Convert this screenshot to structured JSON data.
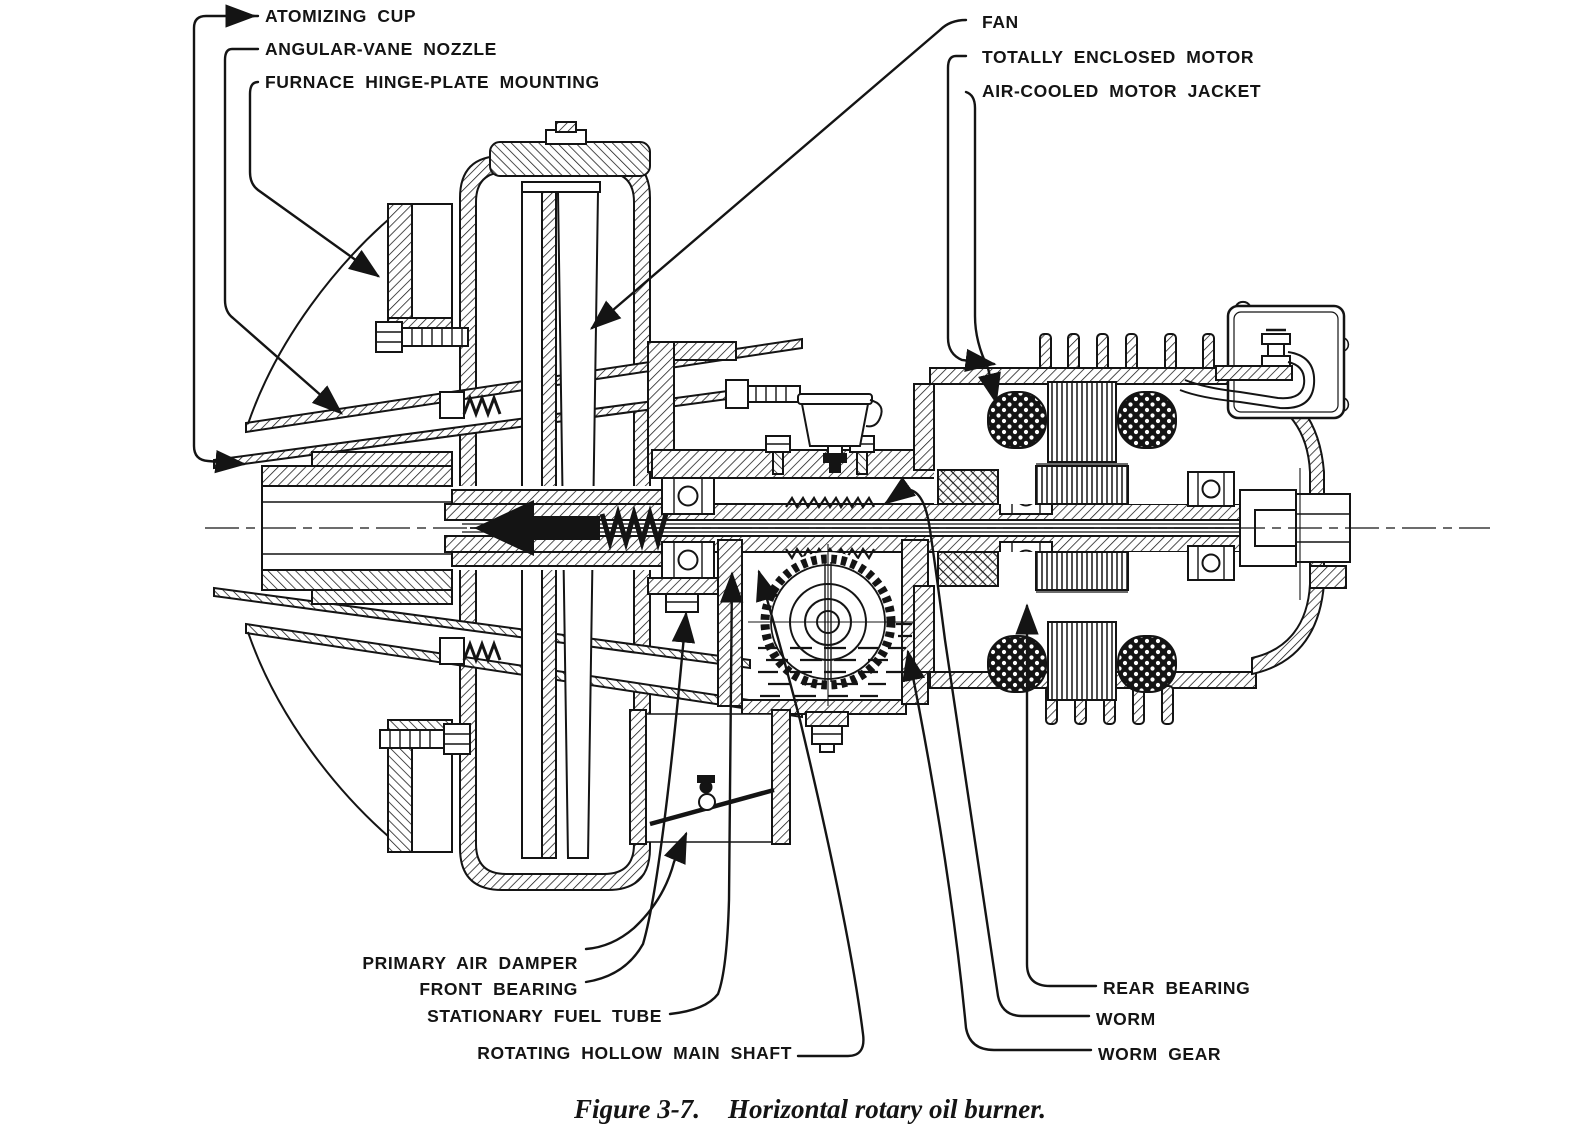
{
  "page": {
    "ink_color": "#141414",
    "paper_color": "#ffffff"
  },
  "labels": {
    "atomizing_cup": "ATOMIZING CUP",
    "angular_vane_nozzle": "ANGULAR-VANE NOZZLE",
    "furnace_hinge_plate_mounting": "FURNACE HINGE-PLATE MOUNTING",
    "fan": "FAN",
    "totally_enclosed_motor": "TOTALLY ENCLOSED MOTOR",
    "air_cooled_motor_jacket": "AIR-COOLED MOTOR JACKET",
    "primary_air_damper": "PRIMARY AIR DAMPER",
    "front_bearing": "FRONT BEARING",
    "stationary_fuel_tube": "STATIONARY FUEL TUBE",
    "rotating_hollow_main_shaft": "ROTATING HOLLOW MAIN SHAFT",
    "rear_bearing": "REAR BEARING",
    "worm": "WORM",
    "worm_gear": "WORM GEAR"
  },
  "figure_caption": {
    "number": "Figure 3-7.",
    "title": "Horizontal rotary oil burner."
  }
}
